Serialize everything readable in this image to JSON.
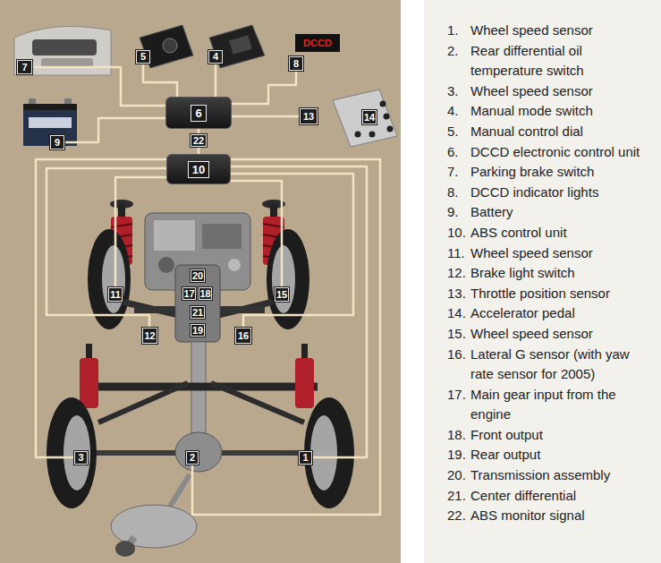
{
  "diagram": {
    "nodes": [
      {
        "text": [
          "7"
        ]
      },
      {
        "text": [
          "5"
        ]
      },
      {
        "text": [
          "4"
        ]
      },
      {
        "text": [
          "8"
        ]
      },
      {
        "text": [
          "6"
        ]
      },
      {
        "text": [
          "9"
        ]
      },
      {
        "text": [
          "13"
        ]
      },
      {
        "text": [
          "14"
        ]
      },
      {
        "text": [
          "22"
        ]
      },
      {
        "text": [
          "10"
        ]
      },
      {
        "text": [
          "20"
        ]
      },
      {
        "text": [
          "11"
        ]
      },
      {
        "text": [
          "17"
        ]
      },
      {
        "text": [
          "18"
        ]
      },
      {
        "text": [
          "15"
        ]
      },
      {
        "text": [
          "21"
        ]
      },
      {
        "text": [
          "12"
        ]
      },
      {
        "text": [
          "19"
        ]
      },
      {
        "text": [
          "16"
        ]
      },
      {
        "text": [
          "3"
        ]
      },
      {
        "text": [
          "2"
        ]
      },
      {
        "text": [
          "1"
        ]
      }
    ],
    "edges": [
      {
        "from": 4,
        "to": 0,
        "arrow": "none"
      },
      {
        "from": 4,
        "to": 1,
        "arrow": "none"
      },
      {
        "from": 4,
        "to": 2,
        "arrow": "none"
      },
      {
        "from": 4,
        "to": 3,
        "arrow": "none"
      },
      {
        "from": 4,
        "to": 5,
        "arrow": "none"
      },
      {
        "from": 4,
        "to": 6,
        "arrow": "none"
      },
      {
        "from": 4,
        "to": 8,
        "arrow": "none"
      },
      {
        "from": 8,
        "to": 9,
        "arrow": "none"
      },
      {
        "from": 9,
        "to": 11,
        "arrow": "none"
      },
      {
        "from": 9,
        "to": 14,
        "arrow": "none"
      },
      {
        "from": 9,
        "to": 19,
        "arrow": "none"
      },
      {
        "from": 9,
        "to": 21,
        "arrow": "none"
      },
      {
        "from": 9,
        "to": 16,
        "arrow": "none"
      },
      {
        "from": 9,
        "to": 18,
        "arrow": "none"
      },
      {
        "from": 9,
        "to": 20,
        "arrow": "none"
      }
    ],
    "labels": [
      "1.",
      "Wheel speed sensor",
      "2.",
      "Rear differential oil temperature switch",
      "3.",
      "Wheel speed sensor",
      "4.",
      "Manual mode switch",
      "5.",
      "Manual control dial",
      "6.",
      "DCCD electronic control unit",
      "7.",
      "Parking brake switch",
      "8.",
      "DCCD indicator lights",
      "9.",
      "Battery",
      "10.",
      "ABS control unit",
      "11.",
      "Wheel speed sensor",
      "12.",
      "Brake light switch",
      "13.",
      "Throttle position sensor",
      "14.",
      "Accelerator pedal",
      "15.",
      "Wheel speed sensor",
      "16.",
      "Lateral G sensor (with yaw rate sensor for 2005)",
      "17.",
      "Main gear input from the engine",
      "18.",
      "Front output",
      "19.",
      "Rear output",
      "20.",
      "Transmission assembly",
      "21.",
      "Center differential",
      "22.",
      "ABS monitor signal",
      "DCCD"
    ]
  }
}
